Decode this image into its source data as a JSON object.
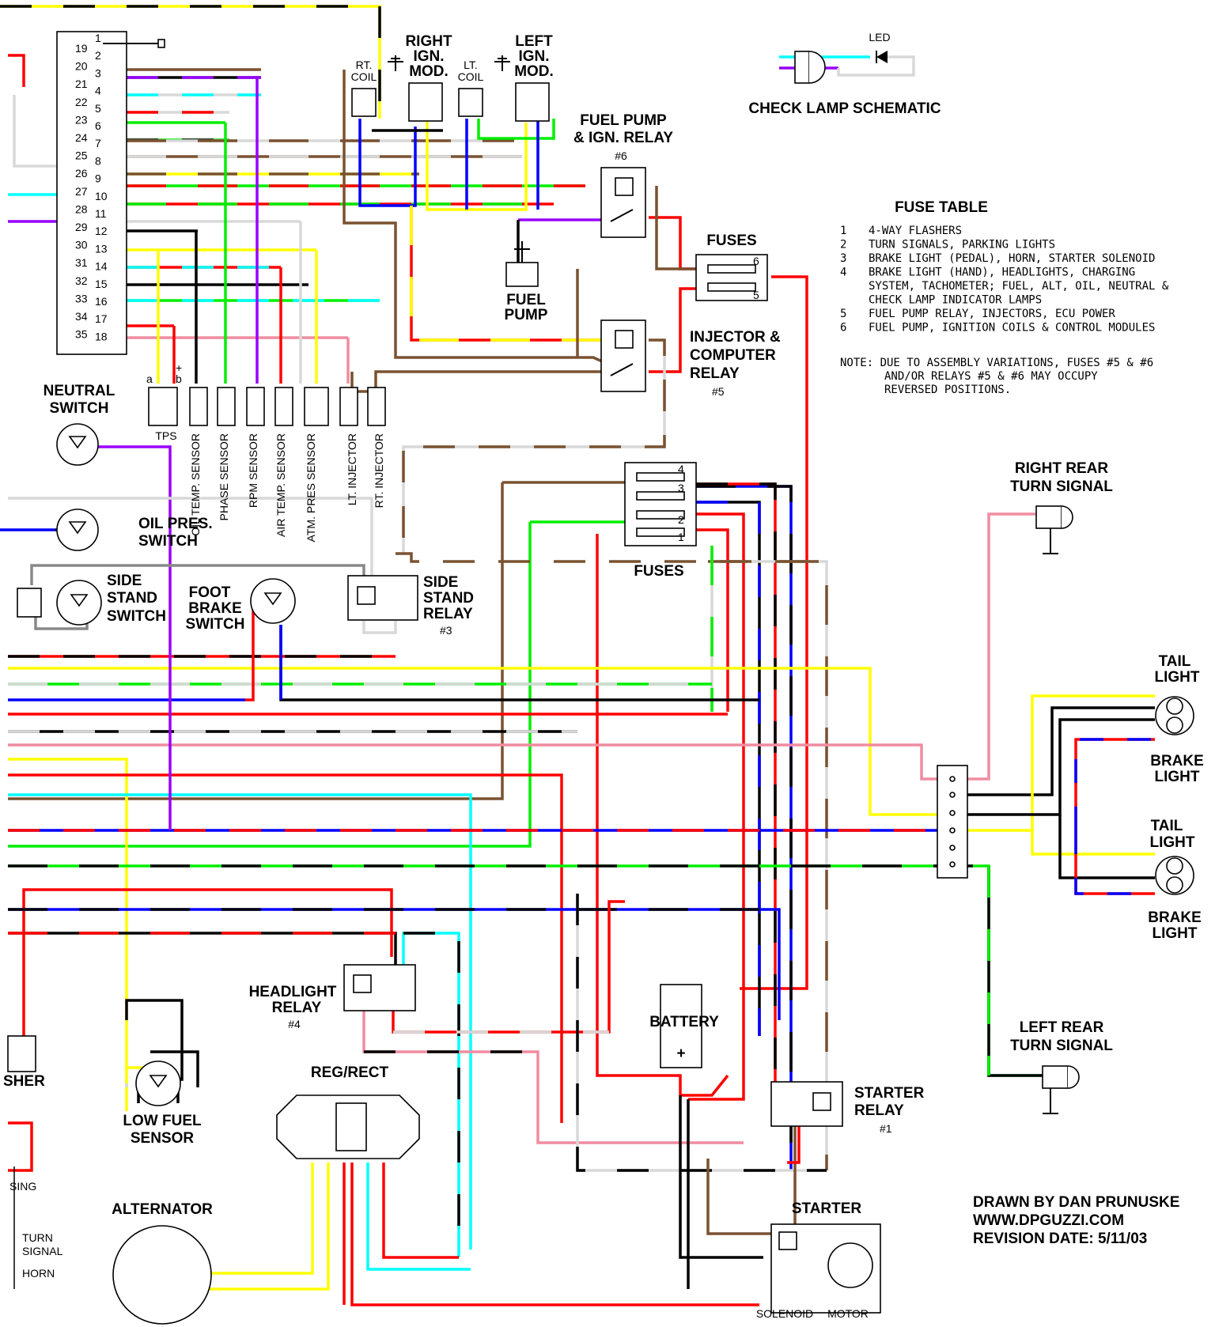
{
  "components": {
    "right_ign_mod": [
      "RIGHT",
      "IGN.",
      "MOD."
    ],
    "left_ign_mod": [
      "LEFT",
      "IGN.",
      "MOD."
    ],
    "rt_coil": [
      "RT.",
      "COIL"
    ],
    "lt_coil": [
      "LT.",
      "COIL"
    ],
    "fuel_pump_relay": [
      "FUEL PUMP",
      "& IGN. RELAY",
      "#6"
    ],
    "fuel_pump": [
      "FUEL",
      "PUMP"
    ],
    "injector_relay": [
      "INJECTOR &",
      "COMPUTER",
      "RELAY",
      "#5"
    ],
    "fuses_top": "FUSES",
    "fuses_main": "FUSES",
    "check_lamp": "CHECK LAMP SCHEMATIC",
    "led": "LED",
    "neutral_switch": [
      "NEUTRAL",
      "SWITCH"
    ],
    "oil_pres_switch": [
      "OIL PRES.",
      "SWITCH"
    ],
    "side_stand_switch": [
      "SIDE",
      "STAND",
      "SWITCH"
    ],
    "foot_brake_switch": [
      "FOOT",
      "BRAKE",
      "SWITCH"
    ],
    "side_stand_relay": [
      "SIDE",
      "STAND",
      "RELAY",
      "#3"
    ],
    "headlight_relay": [
      "HEADLIGHT",
      "RELAY",
      "#4"
    ],
    "reg_rect": "REG/RECT",
    "alternator": "ALTERNATOR",
    "low_fuel_sensor": [
      "LOW FUEL",
      "SENSOR"
    ],
    "battery": "BATTERY",
    "starter_relay": [
      "STARTER",
      "RELAY",
      "#1"
    ],
    "starter": "STARTER",
    "solenoid": "SOLENOID",
    "motor": "MOTOR",
    "right_rear_turn": [
      "RIGHT REAR",
      "TURN SIGNAL"
    ],
    "left_rear_turn": [
      "LEFT REAR",
      "TURN SIGNAL"
    ],
    "tail_light": [
      "TAIL",
      "LIGHT"
    ],
    "brake_light": [
      "BRAKE",
      "LIGHT"
    ],
    "tps": "TPS",
    "sensors": [
      "OIL TEMP. SENSOR",
      "PHASE SENSOR",
      "RPM SENSOR",
      "AIR TEMP. SENSOR",
      "ATM. PRES SENSOR",
      "LT. INJECTOR",
      "RT. INJECTOR"
    ],
    "tps_pins": [
      "a",
      "+",
      "b"
    ],
    "left_edge": [
      "SHER",
      "SING",
      "TURN",
      "SIGNAL",
      "HORN"
    ]
  },
  "connector": {
    "left_pins": [
      "19",
      "20",
      "21",
      "22",
      "23",
      "24",
      "25",
      "26",
      "27",
      "28",
      "29",
      "30",
      "31",
      "32",
      "33",
      "34",
      "35"
    ],
    "right_pins": [
      "1",
      "2",
      "3",
      "4",
      "5",
      "6",
      "7",
      "8",
      "9",
      "10",
      "11",
      "12",
      "13",
      "14",
      "15",
      "16",
      "17",
      "18"
    ]
  },
  "fuse_table": {
    "title": "FUSE TABLE",
    "rows": [
      [
        "1",
        "4-WAY FLASHERS"
      ],
      [
        "2",
        "TURN SIGNALS, PARKING LIGHTS"
      ],
      [
        "3",
        "BRAKE LIGHT (PEDAL), HORN, STARTER SOLENOID"
      ],
      [
        "4",
        "BRAKE LIGHT (HAND), HEADLIGHTS, CHARGING"
      ],
      [
        "",
        "SYSTEM, TACHOMETER; FUEL, ALT, OIL, NEUTRAL &"
      ],
      [
        "",
        "CHECK LAMP INDICATOR LAMPS"
      ],
      [
        "5",
        "FUEL PUMP RELAY, INJECTORS, ECU POWER"
      ],
      [
        "6",
        "FUEL PUMP, IGNITION COILS & CONTROL MODULES"
      ]
    ],
    "note": [
      "NOTE:  DUE TO ASSEMBLY VARIATIONS, FUSES #5 & #6",
      "AND/OR RELAYS #5 & #6 MAY OCCUPY",
      "REVERSED POSITIONS."
    ]
  },
  "fuse_numbers_top": [
    "6",
    "5"
  ],
  "fuse_numbers_main": [
    "4",
    "3",
    "2",
    "1"
  ],
  "credits": [
    "DRAWN BY DAN PRUNUSKE",
    "WWW.DPGUZZI.COM",
    "REVISION DATE: 5/11/03"
  ],
  "wire_colors": {
    "black": "#000000",
    "red": "#ff0000",
    "yellow": "#ffff00",
    "green": "#00ee00",
    "blue": "#0000ff",
    "cyan": "#00ffff",
    "brown": "#7a5230",
    "purple": "#9900ff",
    "gray": "#d8d8d8",
    "pink": "#f08ca0"
  }
}
